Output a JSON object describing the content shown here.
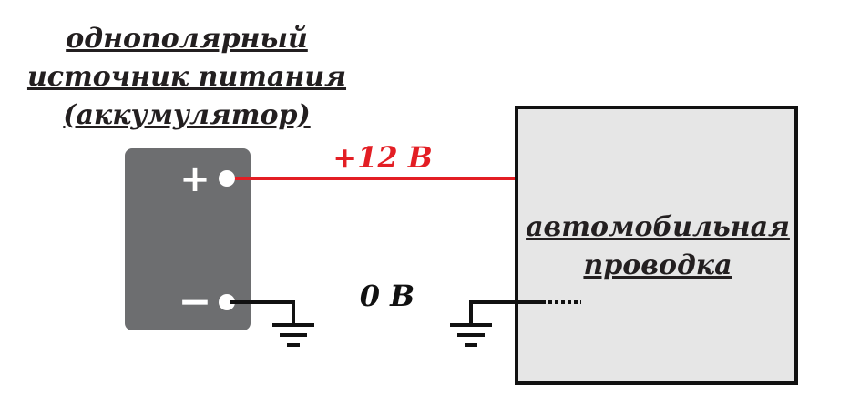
{
  "source": {
    "title_lines": [
      "однополярный",
      "источник питания",
      "(аккумулятор)"
    ],
    "positive_symbol": "+",
    "negative_symbol": "−"
  },
  "load": {
    "title_lines": [
      "автомобильная",
      "проводка"
    ]
  },
  "wires": {
    "positive_label": "+12 В",
    "ground_label": "0 В"
  },
  "colors": {
    "positive_wire": "#e31e24",
    "ground_wire": "#111111",
    "battery_body": "#6d6e70",
    "load_fill": "#e6e6e6"
  }
}
